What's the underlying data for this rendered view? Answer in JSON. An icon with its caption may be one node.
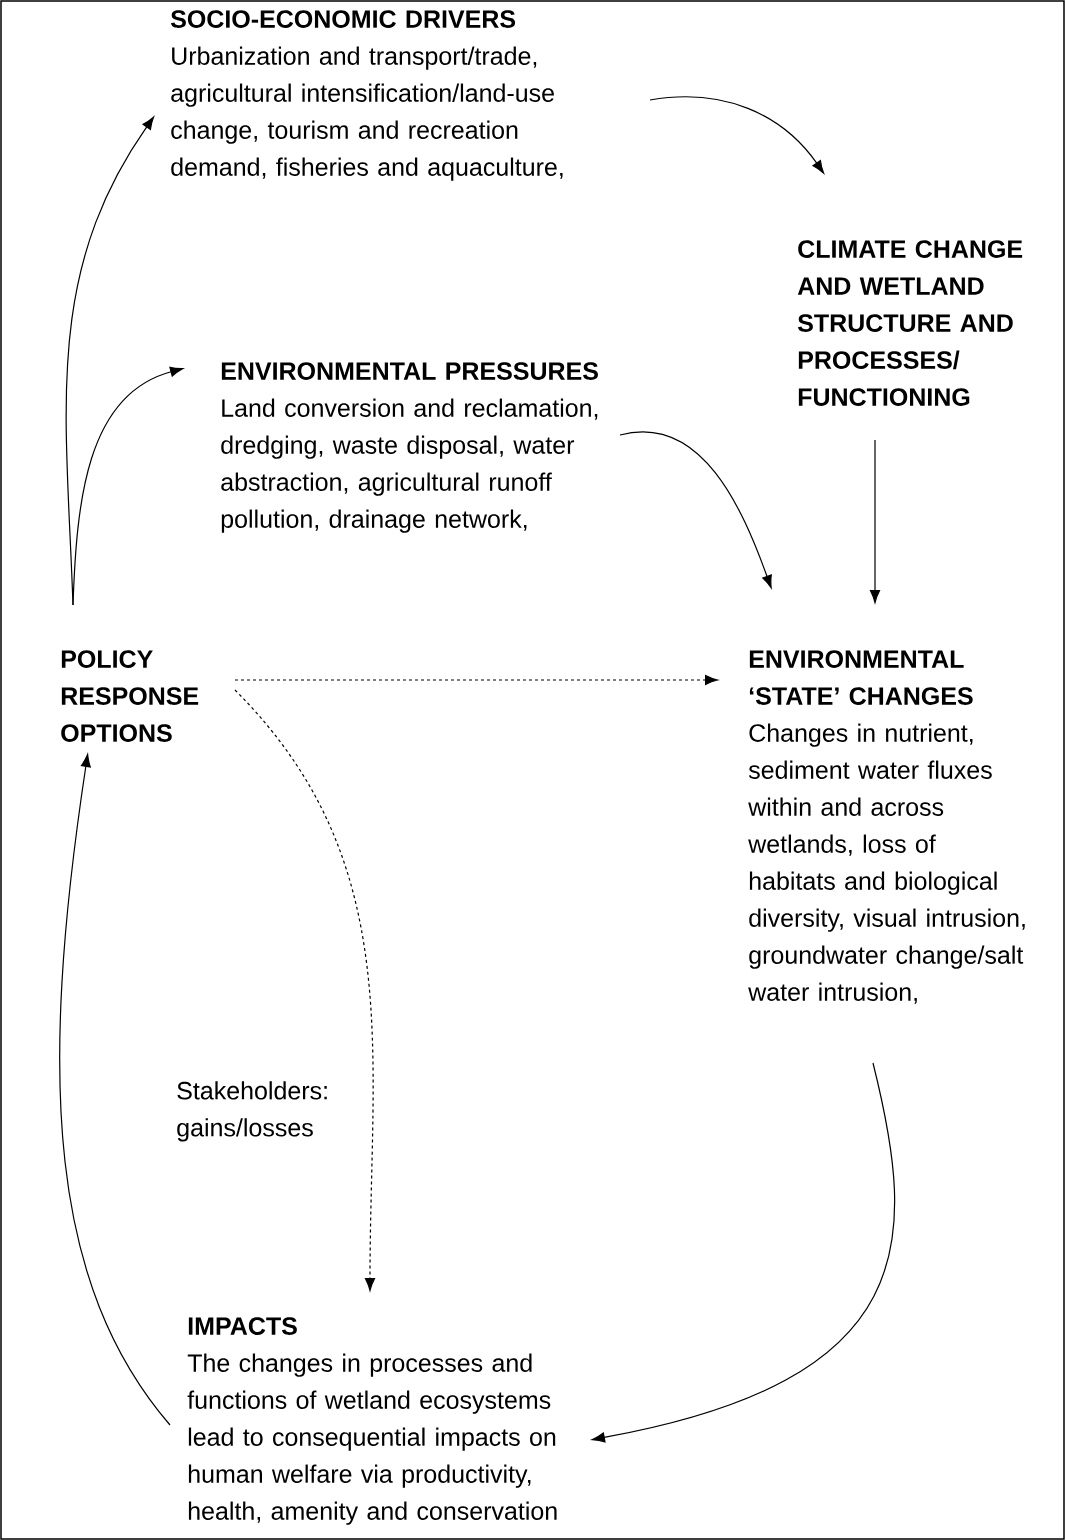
{
  "diagram": {
    "nodes": [
      {
        "text": [
          "SOCIO-ECONOMIC DRIVERS",
          "Urbanization and transport/trade, agricultural intensification/land-use change, tourism and recreation demand, fisheries and aquaculture,"
        ]
      },
      {
        "text": [
          "CLIMATE CHANGE AND WETLAND STRUCTURE AND PROCESSES/ FUNCTIONING"
        ]
      },
      {
        "text": [
          "ENVIRONMENTAL PRESSURES",
          "Land conversion and reclamation, dredging, waste disposal, water abstraction, agricultural runoff pollution, drainage network,"
        ]
      },
      {
        "text": [
          "POLICY RESPONSE OPTIONS"
        ]
      },
      {
        "text": [
          "ENVIRONMENTAL ‘STATE’ CHANGES",
          "Changes in nutrient, sediment water fluxes within and across wetlands, loss of habitats and biological diversity, visual intrusion, groundwater change/salt water intrusion,"
        ]
      },
      {
        "text": [
          "IMPACTS",
          "The changes in processes and functions of wetland ecosystems lead to consequential impacts on human welfare via productivity, health, amenity and conservation"
        ]
      }
    ],
    "edges": [
      {
        "from": 3,
        "to": 0,
        "arrow": "to"
      },
      {
        "from": 3,
        "to": 2,
        "arrow": "to"
      },
      {
        "from": 0,
        "to": 1,
        "arrow": "to"
      },
      {
        "from": 2,
        "to": 4,
        "arrow": "to"
      },
      {
        "from": 1,
        "to": 4,
        "arrow": "to"
      },
      {
        "from": 3,
        "to": 4,
        "arrow": "to",
        "style": "dashed"
      },
      {
        "from": 3,
        "to": 5,
        "arrow": "to",
        "style": "dashed",
        "label": "Stakeholders: gains/losses"
      },
      {
        "from": 4,
        "to": 5,
        "arrow": "to"
      },
      {
        "from": 5,
        "to": 3,
        "arrow": "to"
      }
    ]
  }
}
